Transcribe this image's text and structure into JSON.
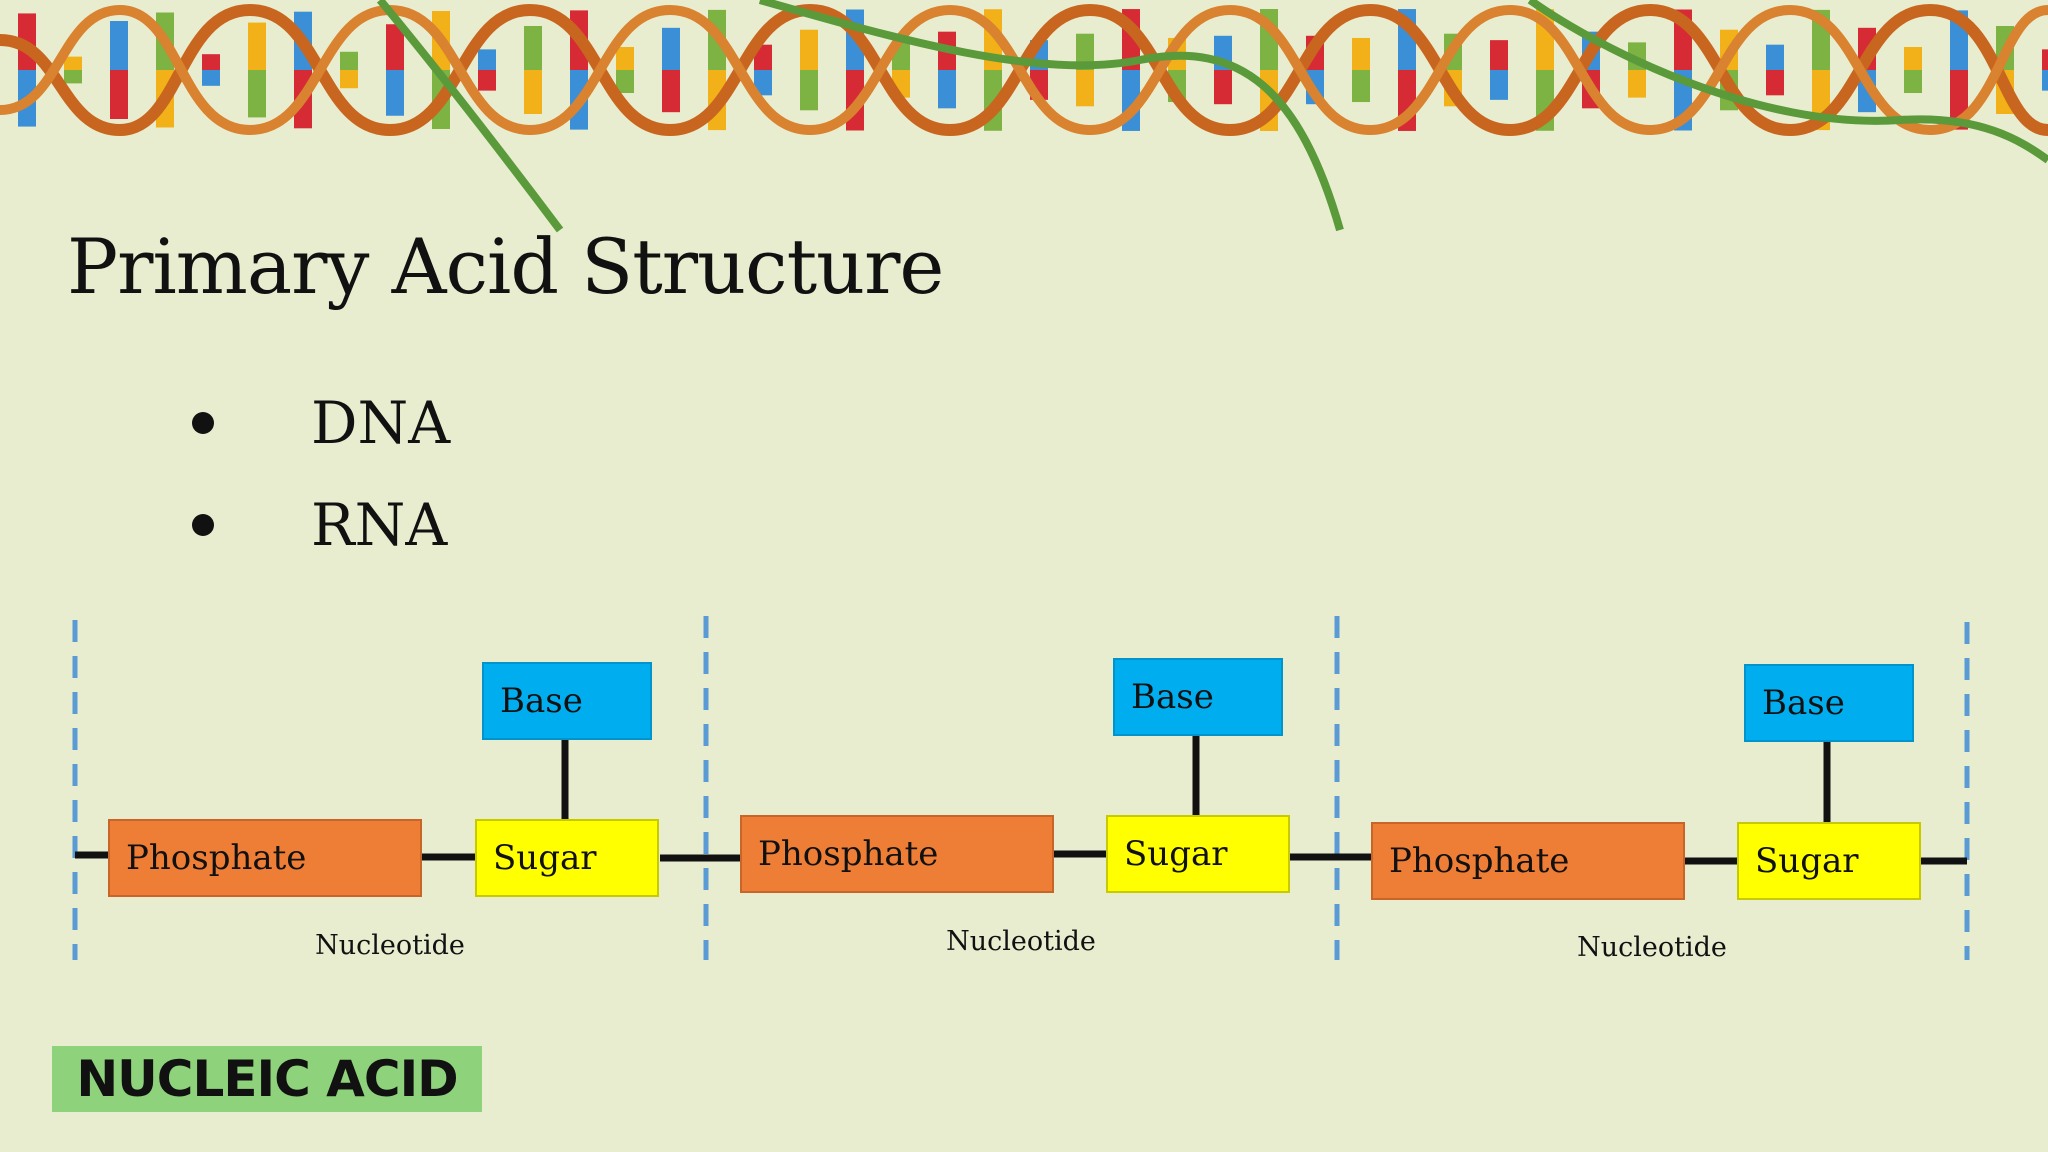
{
  "slide": {
    "title": "Primary Acid Structure",
    "bullets": [
      "DNA",
      "RNA"
    ],
    "badge": "NUCLEIC ACID"
  },
  "diagram": {
    "nucleotides": [
      {
        "phosphate": "Phosphate",
        "sugar": "Sugar",
        "base": "Base",
        "label": "Nucleotide"
      },
      {
        "phosphate": "Phosphate",
        "sugar": "Sugar",
        "base": "Base",
        "label": "Nucleotide"
      },
      {
        "phosphate": "Phosphate",
        "sugar": "Sugar",
        "base": "Base",
        "label": "Nucleotide"
      }
    ]
  },
  "colors": {
    "background": "#e9edcf",
    "phosphate": "#ee7d36",
    "sugar": "#ffff00",
    "base": "#00aeef",
    "divider": "#5b9bd5",
    "badge": "#8fd27c",
    "helix_backbone": "#c8661f",
    "helix_strand": "#5a9a3a"
  }
}
